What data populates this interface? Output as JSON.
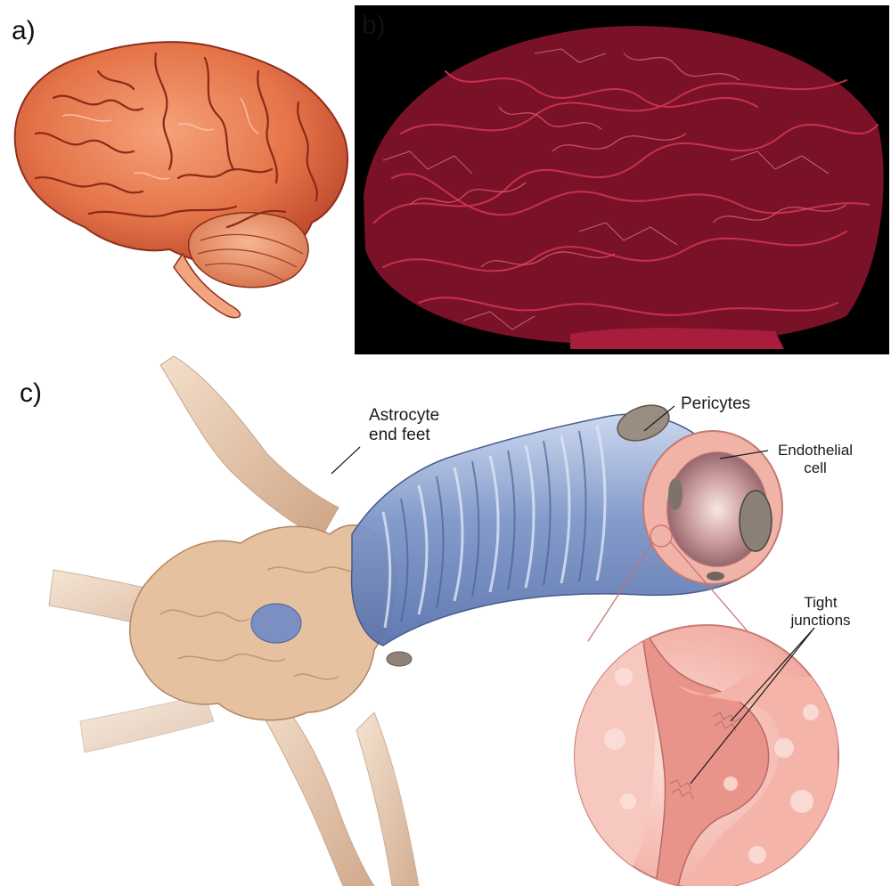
{
  "panels": {
    "a": {
      "letter": "a)"
    },
    "b": {
      "letter": "b)"
    },
    "c": {
      "letter": "c)"
    }
  },
  "labels": {
    "astrocyte_line1": "Astrocyte",
    "astrocyte_line2": "end feet",
    "pericytes": "Pericytes",
    "endothelial_line1": "Endothelial",
    "endothelial_line2": "cell",
    "tight_line1": "Tight",
    "tight_line2": "junctions"
  },
  "colors": {
    "brain": "#e8724a",
    "vessel_network": "#b8243f",
    "vessel_background": "#000000",
    "astrocyte": "#e8c3a3",
    "basement_membrane": "#8fa6cf",
    "endothelium": "#f1a79c"
  }
}
